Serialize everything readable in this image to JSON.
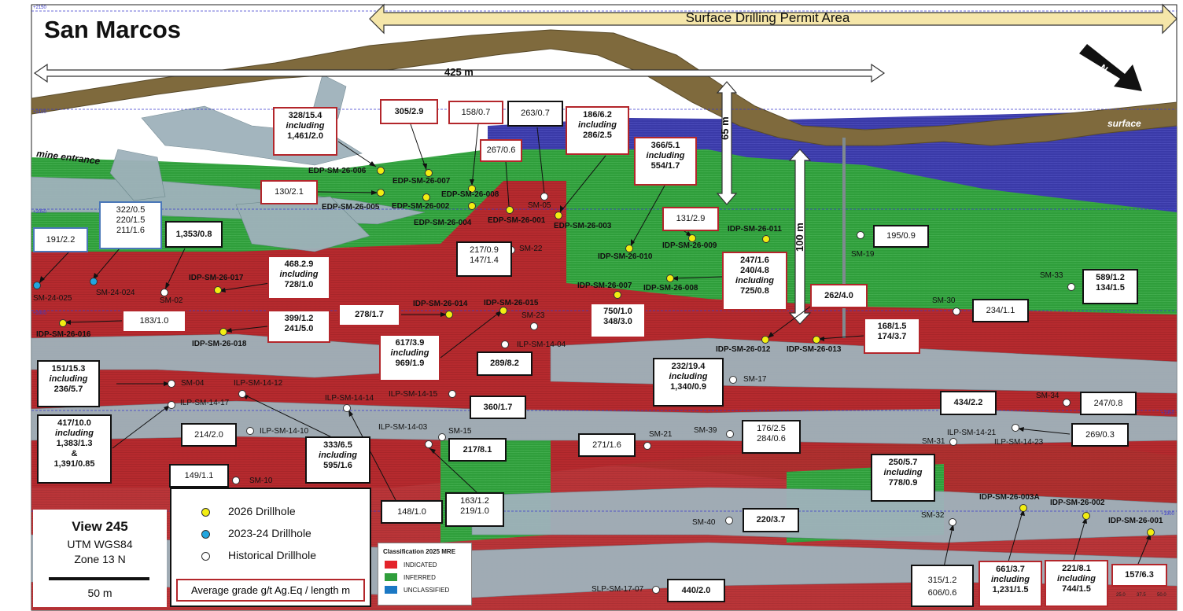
{
  "title": "San Marcos",
  "permit_label": "Surface Drilling Permit Area",
  "dimensions": {
    "width_label": "425 m",
    "depth_65": "65 m",
    "depth_100": "100 m"
  },
  "features": {
    "mine_entrance": "mine entrance",
    "surface": "surface",
    "north": "N"
  },
  "elevations": [
    "+2150",
    "+2100",
    "+2050",
    "+2000",
    "+1950",
    "+1900"
  ],
  "colors": {
    "indicated": "#c0272d",
    "inferred": "#2f9e3b",
    "unclassified": "#1f4fbf",
    "drill_2026": "#f2ee12",
    "drill_2023": "#22a6df",
    "historic": "#ffffff",
    "box_red": "#b3262b"
  },
  "legend": {
    "drill_2026": "2026 Drillhole",
    "drill_2023": "2023-24 Drillhole",
    "historic": "Historical Drillhole"
  },
  "grade_note": "Average grade g/t Ag.Eq / length m",
  "view": {
    "name": "View 245",
    "datum": "UTM WGS84",
    "zone": "Zone 13 N",
    "scale": "50 m"
  },
  "classification": {
    "title": "Classification 2025 MRE",
    "indicated": "INDICATED",
    "inferred": "INFERRED",
    "unclassified": "UNCLASSIFIED"
  },
  "scale_ticks": [
    "25.0",
    "37.5",
    "50.0"
  ],
  "drillholes": {
    "edp006": "EDP-SM-26-006",
    "edp005": "EDP-SM-26-005",
    "edp007": "EDP-SM-26-007",
    "edp008": "EDP-SM-26-008",
    "edp002": "EDP-SM-26-002",
    "edp004": "EDP-SM-26-004",
    "edp001": "EDP-SM-26-001",
    "edp003": "EDP-SM-26-003",
    "sm05": "SM-05",
    "idp011": "IDP-SM-26-011",
    "idp009": "IDP-SM-26-009",
    "idp010": "IDP-SM-26-010",
    "sm19": "SM-19",
    "sm22": "SM-22",
    "idp007": "IDP-SM-26-007",
    "idp008": "IDP-SM-26-008",
    "sm24025": "SM-24-025",
    "sm24024": "SM-24-024",
    "sm02": "SM-02",
    "idp017": "IDP-SM-26-017",
    "idp016": "IDP-SM-26-016",
    "idp018": "IDP-SM-26-018",
    "idp014": "IDP-SM-26-014",
    "idp015": "IDP-SM-26-015",
    "sm23": "SM-23",
    "ilp1404": "ILP-SM-14-04",
    "idp012": "IDP-SM-26-012",
    "idp013": "IDP-SM-26-013",
    "sm33": "SM-33",
    "sm30": "SM-30",
    "sm04": "SM-04",
    "ilp1412": "ILP-SM-14-12",
    "ilp1417": "ILP-SM-14-17",
    "ilp1414": "ILP-SM-14-14",
    "ilp1415": "ILP-SM-14-15",
    "sm17": "SM-17",
    "sm34": "SM-34",
    "ilp1410": "ILP-SM-14-10",
    "ilp1403": "ILP-SM-14-03",
    "sm15": "SM-15",
    "sm21": "SM-21",
    "sm39": "SM-39",
    "sm31": "SM-31",
    "ilp1421": "ILP-SM-14-21",
    "ilp1423": "ILP-SM-14-23",
    "sm10": "SM-10",
    "sm40": "SM-40",
    "sm32": "SM-32",
    "idp003a": "IDP-SM-26-003A",
    "idp002": "IDP-SM-26-002",
    "idp001": "IDP-SM-26-001",
    "slp1707": "SLP-SM-17-07"
  },
  "boxes": {
    "b328": [
      "328/15.4",
      "including",
      "1,461/2.0"
    ],
    "b305": [
      "305/2.9"
    ],
    "b158": [
      "158/0.7"
    ],
    "b263": [
      "263/0.7"
    ],
    "b186": [
      "186/6.2",
      "including",
      "286/2.5"
    ],
    "b366": [
      "366/5.1",
      "including",
      "554/1.7"
    ],
    "b267": [
      "267/0.6"
    ],
    "b130": [
      "130/2.1"
    ],
    "b322": [
      "322/0.5",
      "220/1.5",
      "211/1.6"
    ],
    "b191": [
      "191/2.2"
    ],
    "b1353": [
      "1,353/0.8"
    ],
    "b131": [
      "131/2.9"
    ],
    "b195": [
      "195/0.9"
    ],
    "b217a": [
      "217/0.9",
      "147/1.4"
    ],
    "b468": [
      "468.2.9",
      "including",
      "728/1.0"
    ],
    "b247": [
      "247/1.6",
      "240/4.8",
      "including",
      "725/0.8"
    ],
    "b262": [
      "262/4.0"
    ],
    "b589": [
      "589/1.2",
      "134/1.5"
    ],
    "b183": [
      "183/1.0"
    ],
    "b399": [
      "399/1.2",
      "241/5.0"
    ],
    "b278": [
      "278/1.7"
    ],
    "b750": [
      "750/1.0",
      "348/3.0"
    ],
    "b234": [
      "234/1.1"
    ],
    "b168": [
      "168/1.5",
      "174/3.7"
    ],
    "b617": [
      "617/3.9",
      "including",
      "969/1.9"
    ],
    "b289": [
      "289/8.2"
    ],
    "b151": [
      "151/15.3",
      "including",
      "236/5.7"
    ],
    "b232": [
      "232/19.4",
      "including",
      "1,340/0.9"
    ],
    "b360": [
      "360/1.7"
    ],
    "b434": [
      "434/2.2"
    ],
    "b247b": [
      "247/0.8"
    ],
    "b417": [
      "417/10.0",
      "including",
      "1,383/1.3",
      "&",
      "1,391/0.85"
    ],
    "b214": [
      "214/2.0"
    ],
    "b333": [
      "333/6.5",
      "including",
      "595/1.6"
    ],
    "b217b": [
      "217/8.1"
    ],
    "b271": [
      "271/1.6"
    ],
    "b176": [
      "176/2.5",
      "284/0.6"
    ],
    "b269": [
      "269/0.3"
    ],
    "b250": [
      "250/5.7",
      "including",
      "778/0.9"
    ],
    "b149": [
      "149/1.1"
    ],
    "b148": [
      "148/1.0"
    ],
    "b163": [
      "163/1.2",
      "219/1.0"
    ],
    "b220": [
      "220/3.7"
    ],
    "b661": [
      "661/3.7",
      "including",
      "1,231/1.5"
    ],
    "b221": [
      "221/8.1",
      "including",
      "744/1.5"
    ],
    "b157": [
      "157/6.3"
    ],
    "b315": [
      "315/1.2",
      "606/0.6"
    ],
    "b440": [
      "440/2.0"
    ]
  }
}
